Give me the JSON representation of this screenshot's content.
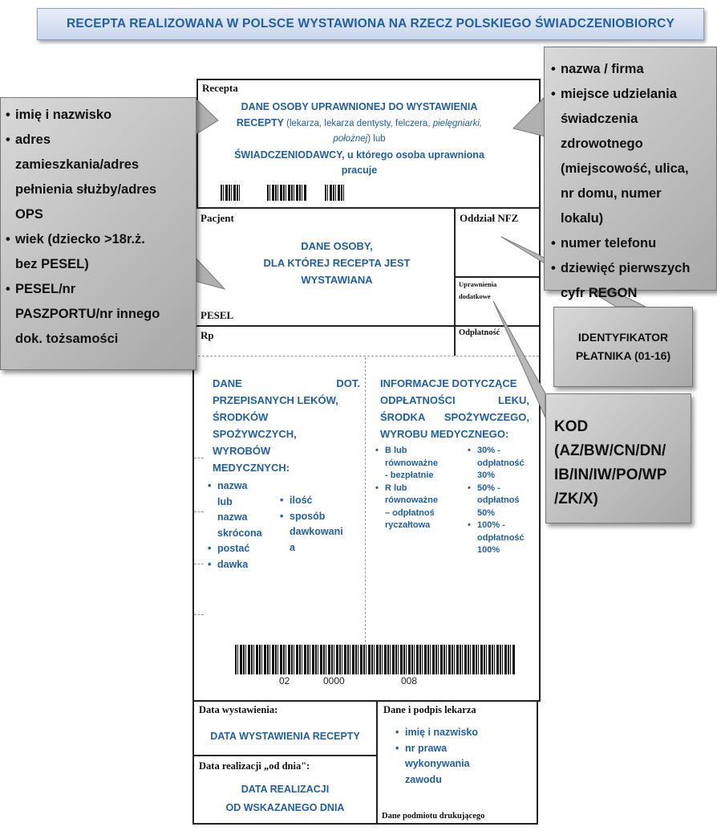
{
  "title": "RECEPTA REALIZOWANA W POLSCE WYSTAWIONA NA RZECZ POLSKIEGO ŚWIADCZENIOBIORCY",
  "form": {
    "recepta_label": "Recepta",
    "issuer": {
      "line1": "DANE OSOBY UPRAWNIONEJ DO WYSTAWIENIA",
      "line2a": "RECEPTY",
      "line2b": " (lekarza, lekarza dentysty, felczera, ",
      "line2c": "pielęgniarki,",
      "line3a": "położnej",
      "line3b": ") lub",
      "line4": "ŚWIADCZENIODAWCY, u którego osoba uprawniona",
      "line5": "pracuje"
    },
    "pacjent_label": "Pacjent",
    "patient": {
      "line1": "DANE OSOBY,",
      "line2": "DLA KTÓREJ RECEPTA JEST",
      "line3": "WYSTAWIANA"
    },
    "pesel_label": "PESEL",
    "oddzial_label": "Oddział NFZ",
    "uprawnienia_label_1": "Uprawnienia",
    "uprawnienia_label_2": "dodatkowe",
    "rp_label": "Rp",
    "odplatnosc_label": "Odpłatność",
    "drugs": {
      "heading_l1_a": "DANE",
      "heading_l1_b": "DOT.",
      "heading_l2": "PRZEPISANYCH LEKÓW,",
      "heading_l3": "ŚRODKÓW",
      "heading_l4": "SPOŻYWCZYCH,",
      "heading_l5": "WYROBÓW",
      "heading_l6": "MEDYCZNYCH:",
      "col1": [
        "nazwa",
        "postać",
        "dawka"
      ],
      "col1_sub": [
        "lub",
        "nazwa",
        "skrócona"
      ],
      "col2": [
        "ilość",
        "sposób"
      ],
      "col2_sub": [
        "dawkowani",
        "a"
      ]
    },
    "payment": {
      "heading_l1": "INFORMACJE DOTYCZĄCE",
      "heading_l2_a": "ODPŁATNOŚCI",
      "heading_l2_b": "LEKU,",
      "heading_l3_a": "ŚRODKA",
      "heading_l3_b": "SPOŻYWCZEGO,",
      "heading_l4": "WYROBU MEDYCZNEGO:",
      "left": [
        {
          "lines": [
            "B lub",
            "równoważne",
            "- bezpłatnie"
          ]
        },
        {
          "lines": [
            "R lub",
            "równoważne",
            "– odpłatnoś",
            "ryczałtowa"
          ]
        }
      ],
      "right": [
        {
          "lines": [
            "30% -",
            "odpłatność",
            "30%"
          ]
        },
        {
          "lines": [
            "50% -",
            "odpłatnoś",
            "50%"
          ]
        },
        {
          "lines": [
            "100% -",
            "odpłatność",
            "100%"
          ]
        }
      ]
    },
    "barcode_digits": {
      "a": "02",
      "b": "0000",
      "c": "008"
    },
    "data_wystawienia_label": "Data wystawienia:",
    "data_wystawienia_value": "DATA WYSTAWIENIA RECEPTY",
    "podpis_label": "Dane i podpis lekarza",
    "podpis_items": [
      "imię i nazwisko",
      "nr prawa"
    ],
    "podpis_sub": [
      "wykonywania",
      "zawodu"
    ],
    "data_realizacji_label": "Data realizacji „od dnia\":",
    "data_realizacji_l1": "DATA REALIZACJI",
    "data_realizacji_l2": "OD WSKAZANEGO DNIA",
    "podmiot_label": "Dane podmiotu drukującego"
  },
  "callouts": {
    "left_items": [
      "imię i nazwisko",
      "adres",
      "wiek (dziecko >18r.ż.",
      "PESEL/nr"
    ],
    "left_sub": {
      "adres": [
        "zamieszkania/adres",
        "pełnienia służby/adres",
        "OPS"
      ],
      "wiek": [
        "bez PESEL)"
      ],
      "pesel": [
        "PASZPORTU/nr innego",
        "dok. tożsamości"
      ]
    },
    "right_items": [
      "nazwa / firma",
      "miejsce udzielania",
      "numer telefonu",
      "dziewięć pierwszych"
    ],
    "right_sub": {
      "miejsce": [
        "świadczenia",
        "zdrowotnego",
        "(miejscowość, ulica,",
        "nr domu, numer",
        "lokalu)"
      ],
      "regon": [
        "cyfr REGON"
      ]
    },
    "payer": {
      "l1": "IDENTYFIKATOR",
      "l2": "PŁATNIKA (01-16)"
    },
    "kod": {
      "l1": "KOD",
      "l2": "(AZ/BW/CN/DN/",
      "l3": "IB/IN/IW/PO/WP",
      "l4": "/ZK/X)"
    }
  }
}
